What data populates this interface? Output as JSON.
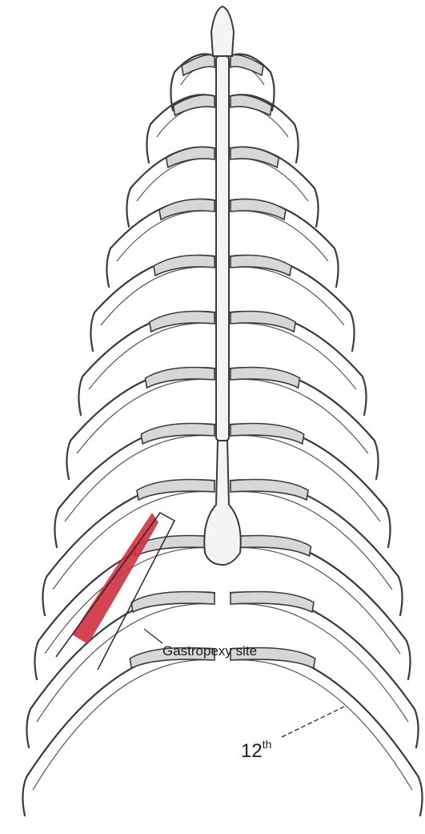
{
  "annotations": {
    "gastropexy_label": "Gastropexy site",
    "rib_label_number": "12",
    "rib_label_suffix": "th"
  },
  "colors": {
    "gastropexy_highlight": "#d0303f",
    "bone_outline": "#3a3a3a",
    "cartilage_fill": "#d7d7d7"
  }
}
